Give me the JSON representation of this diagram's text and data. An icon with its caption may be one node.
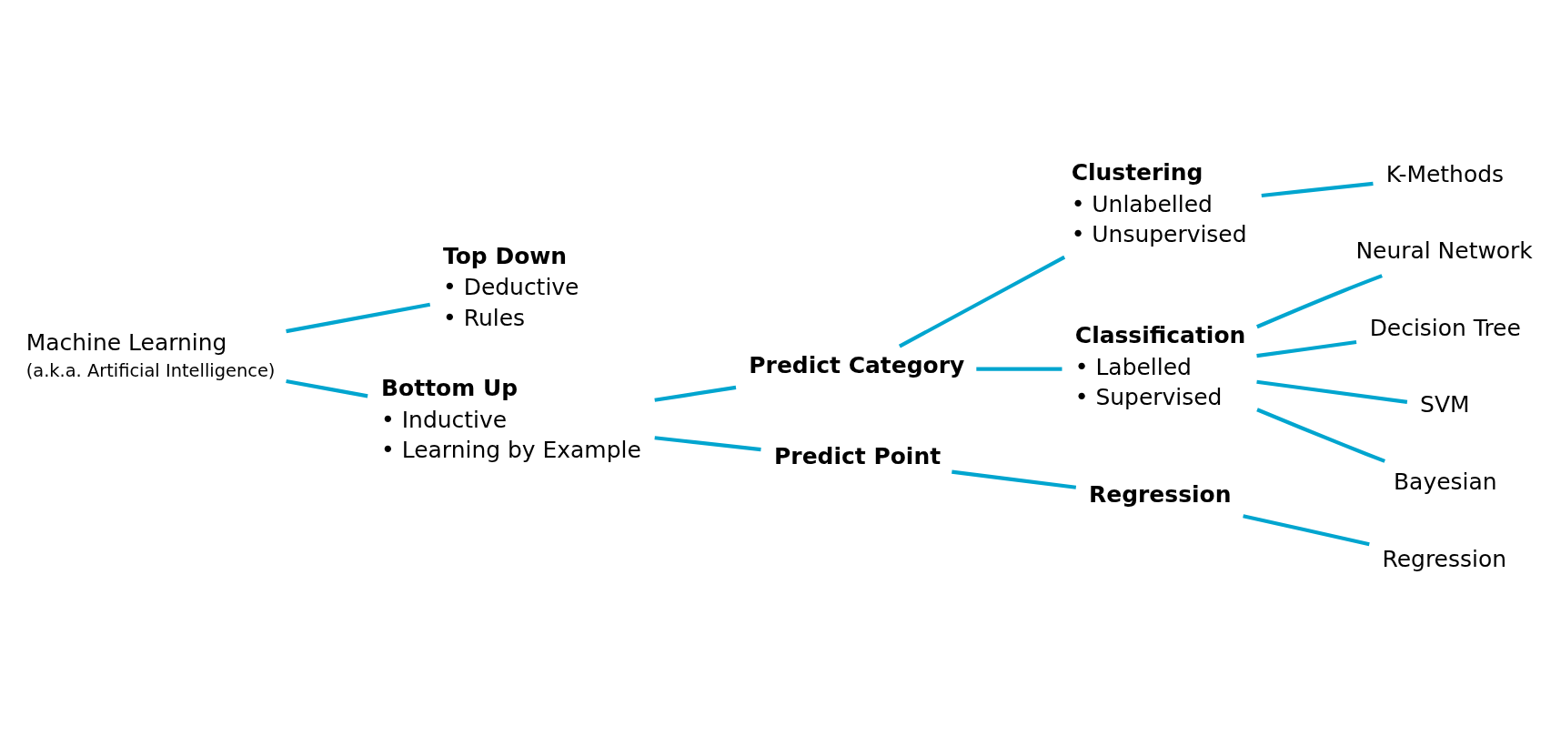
{
  "diagram": {
    "nodes": [
      {
        "text": [
          "Machine Learning",
          "(a.k.a. Artificial Intelligence)"
        ]
      },
      {
        "text": [
          "Top Down",
          "• Deductive",
          "• Rules"
        ]
      },
      {
        "text": [
          "Bottom Up",
          "• Inductive",
          "• Learning by Example"
        ]
      },
      {
        "text": [
          "Predict Category"
        ]
      },
      {
        "text": [
          "Predict Point"
        ]
      },
      {
        "text": [
          "Clustering",
          "• Unlabelled",
          "• Unsupervised"
        ]
      },
      {
        "text": [
          "Classification",
          "• Labelled",
          "• Supervised"
        ]
      },
      {
        "text": [
          "Regression"
        ]
      },
      {
        "text": [
          "K-Methods"
        ]
      },
      {
        "text": [
          "Neural Network"
        ]
      },
      {
        "text": [
          "Decision Tree"
        ]
      },
      {
        "text": [
          "SVM"
        ]
      },
      {
        "text": [
          "Bayesian"
        ]
      },
      {
        "text": [
          "Regression"
        ]
      }
    ],
    "edges": [
      {
        "from": 0,
        "to": 1,
        "arrow": "none"
      },
      {
        "from": 0,
        "to": 2,
        "arrow": "none"
      },
      {
        "from": 2,
        "to": 3,
        "arrow": "none"
      },
      {
        "from": 2,
        "to": 4,
        "arrow": "none"
      },
      {
        "from": 3,
        "to": 5,
        "arrow": "none"
      },
      {
        "from": 3,
        "to": 6,
        "arrow": "none"
      },
      {
        "from": 5,
        "to": 8,
        "arrow": "none"
      },
      {
        "from": 6,
        "to": 9,
        "arrow": "none"
      },
      {
        "from": 6,
        "to": 10,
        "arrow": "none"
      },
      {
        "from": 6,
        "to": 11,
        "arrow": "none"
      },
      {
        "from": 6,
        "to": 12,
        "arrow": "none"
      },
      {
        "from": 4,
        "to": 7,
        "arrow": "none"
      },
      {
        "from": 7,
        "to": 13,
        "arrow": "none"
      }
    ]
  }
}
